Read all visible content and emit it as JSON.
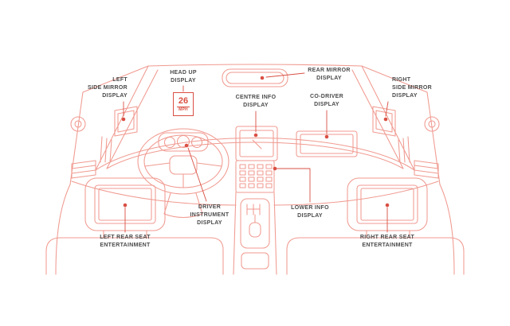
{
  "colors": {
    "background": "#ffffff",
    "line": "#f09a90",
    "accent": "#d94f43",
    "label_text": "#4b4b4b"
  },
  "diagram": {
    "subject": "Car interior display locations",
    "hud": {
      "speed": "26",
      "unit": "MPH"
    },
    "labels": {
      "left_side_mirror": "LEFT\nSIDE MIRROR\nDISPLAY",
      "head_up": "HEAD UP\nDISPLAY",
      "centre_info": "CENTRE INFO\nDISPLAY",
      "rear_mirror": "REAR MIRROR\nDISPLAY",
      "co_driver": "CO-DRIVER\nDISPLAY",
      "right_side_mirror": "RIGHT\nSIDE MIRROR\nDISPLAY",
      "driver_instrument": "DRIVER\nINSTRUMENT\nDISPLAY",
      "lower_info": "LOWER INFO\nDISPLAY",
      "left_rear_seat": "LEFT REAR SEAT\nENTERTAINMENT",
      "right_rear_seat": "RIGHT REAR SEAT\nENTERTAINMENT"
    }
  }
}
